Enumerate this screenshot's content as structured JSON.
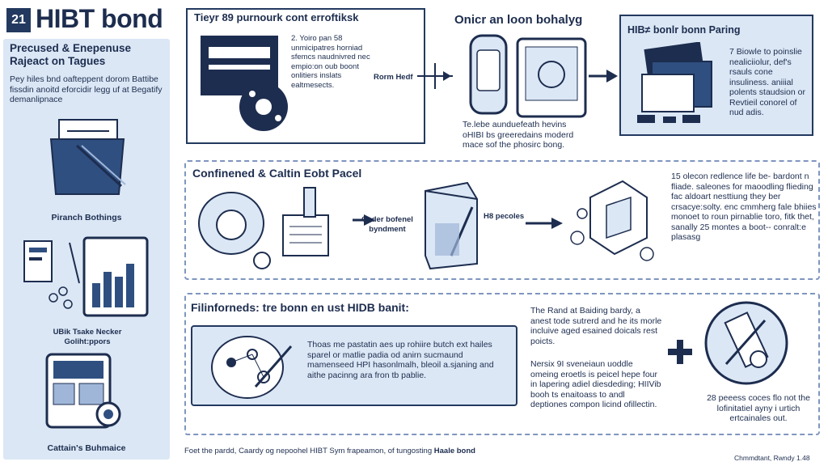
{
  "header": {
    "badge": "21",
    "title": "HIBT bond"
  },
  "left": {
    "heading": "Precused & Enepenuse Rajeact on Tagues",
    "intro": "Pey hiles bnd oafteppent dorom Battibe fissdin anoitd eforcidir legg uf at Begatify demanlipnace",
    "caption1": "Piranch Bothings",
    "caption2": "UBik Tsake Necker Goliht:ppors",
    "caption3": "Cattain's Buhmaice"
  },
  "top": {
    "box1_title": "Tieyr 89 purnourk cont erroftiksk",
    "box1_text": "2. Yoiro pan 58 unmicipatres horniad sfemcs naudnivred nec empio:on oub boont onlitiers inslats ealtmesects.",
    "box1_label": "Rorm Hedf",
    "mid_title": "Onicr an loon bohalyg",
    "mid_text": "Te.lebe aunduefeath hevins oHIBI bs greeredains moderd mace sof the phosirc bong.",
    "right_title": "HIB≠ bonlr bonn Paring",
    "right_text": "7 Biowle to poinslie nealiciiolur, def's rsauls cone insuliness. aniiial polents staudsion or Revtieil conorel of nud adis."
  },
  "middle": {
    "title": "Confinened & Caltin Eobt Pacel",
    "label_a": "Coder bofenel byndment",
    "label_b": "H8 pecoles",
    "text": "15 olecon redlence life be- bardont n fliade. saleones for maoodling flieding fac aldoart nesttiung they ber crsacye:solty. enc cmmherg fale bhiies monoet to roun pirnablie toro, fitk thet, sanally 25 montes a boot-- conralt:e plasasg"
  },
  "bottom": {
    "title": "Filinforneds: tre bonn en ust HIDB banit:",
    "inner_text": "Thoas me pastatin aes up rohiire butch ext hailes sparel or matlie padia od anirn sucmaund mamenseed HPI hasonlmalh, bleoil a.sjaning and aithe pacinng ara fron tb pablie.",
    "right_text1": "The Rand at Baiding bardy, a anest tode sutrerd and he its morle incluive aged esained doicals rest poicts.",
    "right_text2": "Nersix 9I sveneiaun uoddle omeing eroetls is peicel hepe four in lapering adiel diesdeding; HIIVib booh ts enaitoass to andl deptiones compon licind ofillectin.",
    "far_text": "28 peeess coces flo not the lofinitatiel ayny i urtich ertcainales out."
  },
  "footer": {
    "text": "Foet the pardd, Caardy og nepoohel HIBT Sym frapeamon, of tungosting",
    "bold": "Haale bond",
    "credit": "Chmmdtant, Rwndy 1.48"
  },
  "colors": {
    "navy": "#1d2d4f",
    "light": "#dbe7f5",
    "dash": "#7f96bf",
    "mid": "#3f5f8f"
  }
}
